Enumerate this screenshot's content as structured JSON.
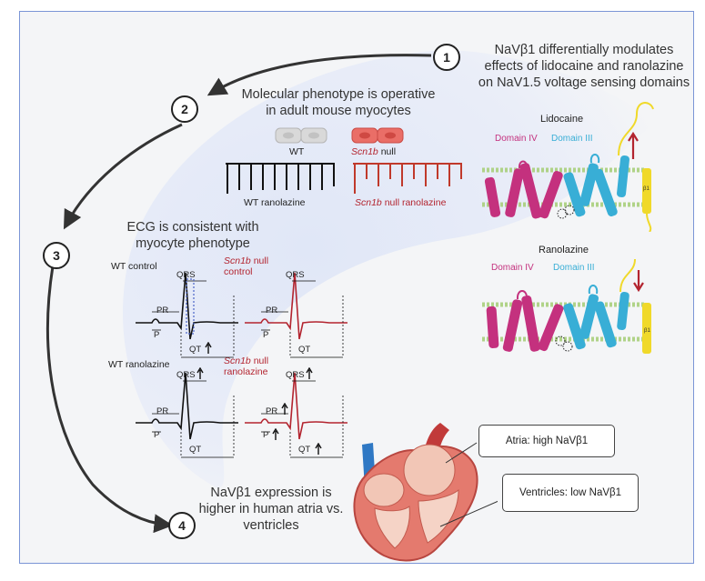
{
  "step1": {
    "number": "1",
    "line1": "NaVβ1 differentially modulates",
    "line2": "effects of lidocaine and ranolazine",
    "line3": "on NaV1.5 voltage sensing domains"
  },
  "step2": {
    "number": "2",
    "line1": "Molecular phenotype is operative",
    "line2": "in adult mouse myocytes",
    "wt": "WT",
    "null_gene": "Scn1b",
    "null_suffix": " null",
    "wt_ranolazine": "WT ranolazine",
    "null_ranolazine_suffix": " null ranolazine"
  },
  "step3": {
    "number": "3",
    "line1": "ECG is consistent with",
    "line2": "myocyte phenotype",
    "wt_control": "WT control",
    "wt_ranolazine": "WT ranolazine",
    "null_gene": "Scn1b",
    "null_control_1": " null",
    "null_control_2": "control",
    "null_ranolazine_1": " null",
    "null_ranolazine_2": "ranolazine",
    "qrs": "QRS",
    "pr": "PR",
    "p": "P",
    "qt": "QT"
  },
  "step4": {
    "number": "4",
    "line1": "NaVβ1 expression is",
    "line2": "higher in  human atria vs.",
    "line3": "ventricles"
  },
  "structure": {
    "lidocaine_title": "Lidocaine",
    "ranolazine_title": "Ranolazine",
    "domain_iv": "Domain IV",
    "domain_iii": "Domain III",
    "beta1": "β1"
  },
  "callouts": {
    "atria": "Atria: high NaVβ1",
    "ventricles": "Ventricles: low NaVβ1"
  },
  "colors": {
    "border": "#7b95d6",
    "domain_iv": "#c4317e",
    "domain_iii": "#38aed6",
    "beta1": "#f0d92a",
    "null_red": "#b3242f",
    "membrane": "#a9d07c"
  }
}
